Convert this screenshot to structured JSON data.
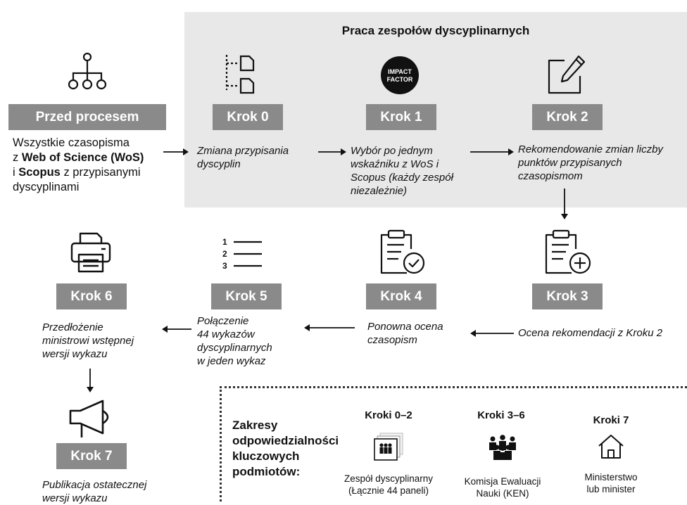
{
  "panel": {
    "title": "Praca zespołów dyscyplinarnych"
  },
  "before": {
    "label": "Przed procesem",
    "line1": "Wszystkie czasopisma",
    "line2_pre": "z ",
    "line2_bold": "Web of Science (WoS)",
    "line3_pre": "i ",
    "line3_bold": "Scopus",
    "line3_post": " z przypisanymi",
    "line4": "dyscyplinami"
  },
  "steps": {
    "k0": {
      "label": "Krok 0",
      "desc": [
        "Zmiana przypisania",
        "dyscyplin"
      ]
    },
    "k1": {
      "label": "Krok 1",
      "desc": [
        "Wybór po jednym",
        "wskaźniku z WoS i",
        "Scopus (każdy zespół",
        "niezależnie)"
      ],
      "icon_text": [
        "IMPACT",
        "FACTOR"
      ]
    },
    "k2": {
      "label": "Krok 2",
      "desc": [
        "Rekomendowanie zmian liczby",
        "punktów przypisanych",
        "czasopismom"
      ]
    },
    "k3": {
      "label": "Krok 3",
      "desc": [
        "Ocena rekomendacji z Kroku 2"
      ]
    },
    "k4": {
      "label": "Krok 4",
      "desc": [
        "Ponowna ocena",
        "czasopism"
      ]
    },
    "k5": {
      "label": "Krok 5",
      "desc": [
        "Połączenie",
        "44 wykazów",
        "dyscyplinarnych",
        "w jeden wykaz"
      ],
      "list_numbers": [
        "1",
        "2",
        "3"
      ]
    },
    "k6": {
      "label": "Krok 6",
      "desc": [
        "Przedłożenie",
        "ministrowi wstępnej",
        "wersji wykazu"
      ]
    },
    "k7": {
      "label": "Krok 7",
      "desc": [
        "Publikacja ostatecznej",
        "wersji wykazu"
      ]
    }
  },
  "responsibility": {
    "title": [
      "Zakresy",
      "odpowiedzialności",
      "kluczowych",
      "podmiotów:"
    ],
    "groups": [
      {
        "head": "Kroki 0–2",
        "label": [
          "Zespół dyscyplinarny",
          "(Łącznie 44 paneli)"
        ]
      },
      {
        "head": "Kroki 3–6",
        "label": [
          "Komisja Ewaluacji",
          "Nauki (KEN)"
        ]
      },
      {
        "head": "Kroki 7",
        "label": [
          "Ministerstwo",
          "lub minister"
        ]
      }
    ]
  },
  "colors": {
    "panel_bg": "#e8e8e8",
    "step_bg": "#8a8a8a",
    "text": "#111111"
  },
  "icons": [
    "org-hierarchy-icon",
    "document-tree-icon",
    "impact-factor-icon",
    "edit-note-icon",
    "clipboard-plus-icon",
    "clipboard-check-icon",
    "numbered-list-icon",
    "printer-icon",
    "megaphone-icon",
    "team-icon",
    "crowd-icon",
    "house-icon"
  ]
}
